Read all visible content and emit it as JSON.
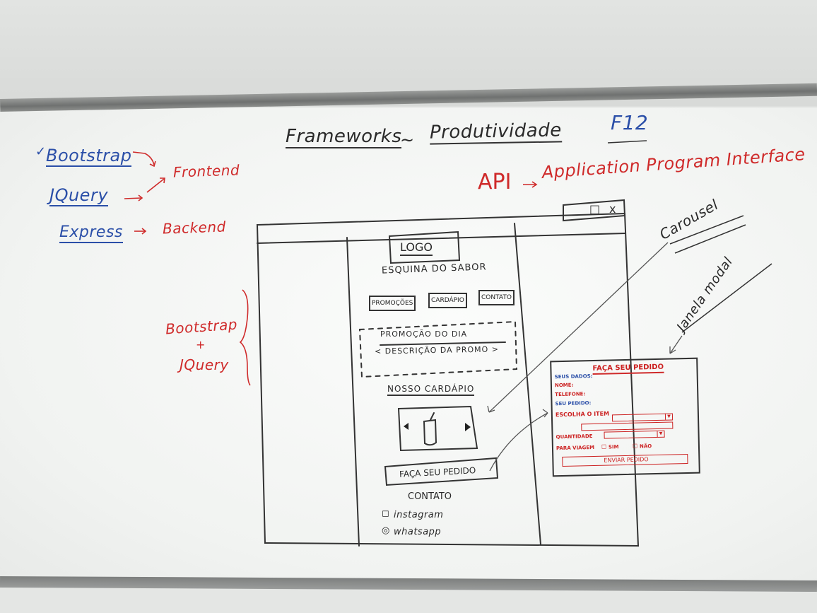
{
  "board": {
    "title": "Frameworks",
    "title_sep": "~",
    "subtitle": "Produtividade",
    "shortcut": "F12",
    "api": "API",
    "api_arrow": "→",
    "api_full": "Application Program Interface",
    "frameworks": [
      "Bootstrap",
      "JQuery",
      "Express"
    ],
    "frontend": "Frontend",
    "backend": "Backend",
    "brace_top": "Bootstrap",
    "brace_plus": "+",
    "brace_bottom": "JQuery",
    "carousel_note": "Carousel",
    "modal_note": "Janela modal"
  },
  "wireframe": {
    "window_controls": [
      "_",
      "□",
      "x"
    ],
    "logo": "LOGO",
    "site_name": "ESQUINA DO SABOR",
    "nav": [
      "PROMOÇÕES",
      "CARDÁPIO",
      "CONTATO"
    ],
    "promo_title": "PROMOÇÃO DO DIA",
    "promo_desc": "< DESCRIÇÃO DA PROMO >",
    "menu_title": "NOSSO CARDÁPIO",
    "carousel_prev": "◀",
    "carousel_next": "▶",
    "order_button": "FAÇA SEU PEDIDO",
    "contact_title": "CONTATO",
    "contact_instagram": "instagram",
    "contact_whatsapp": "whatsapp"
  },
  "modal": {
    "title": "FAÇA SEU PEDIDO",
    "your_data": "SEUS DADOS:",
    "name": "NOME:",
    "phone": "TELEFONE:",
    "your_order": "SEU PEDIDO:",
    "choose_item": "ESCOLHA O ITEM",
    "quantity": "QUANTIDADE",
    "takeaway": "PARA VIAGEM",
    "yes": "SIM",
    "no": "NÃO",
    "send": "ENVIAR PEDIDO",
    "dropdown_icon": "▼"
  },
  "colors": {
    "blue_marker": "#2b4fa8",
    "red_marker": "#cf2a2a",
    "black_marker": "#2a2a2a"
  }
}
